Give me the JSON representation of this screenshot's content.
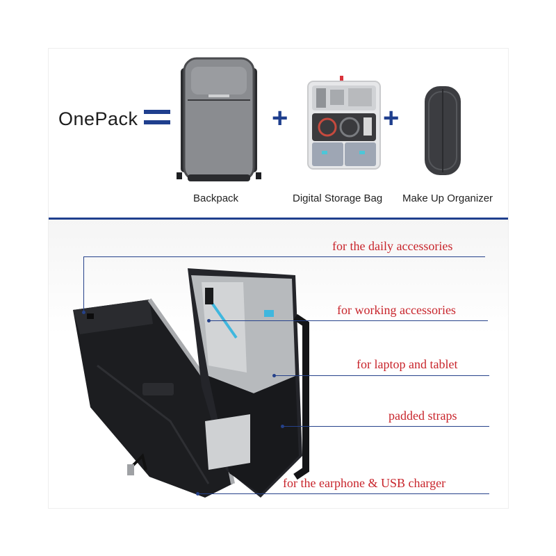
{
  "product": {
    "brand": "OnePack",
    "items": [
      {
        "caption": "Backpack"
      },
      {
        "caption": "Digital Storage Bag"
      },
      {
        "caption": "Make Up Organizer"
      }
    ],
    "plus_symbol": "+"
  },
  "callouts": [
    {
      "text": "for the daily accessories"
    },
    {
      "text": "for working accessories"
    },
    {
      "text": "for laptop and tablet"
    },
    {
      "text": "padded straps"
    },
    {
      "text": "for the earphone & USB charger"
    }
  ],
  "colors": {
    "accent_blue": "#1f3f8e",
    "callout_red": "#c8242b",
    "bag_gray": "#8a8c90",
    "bag_black": "#1e1f22"
  }
}
